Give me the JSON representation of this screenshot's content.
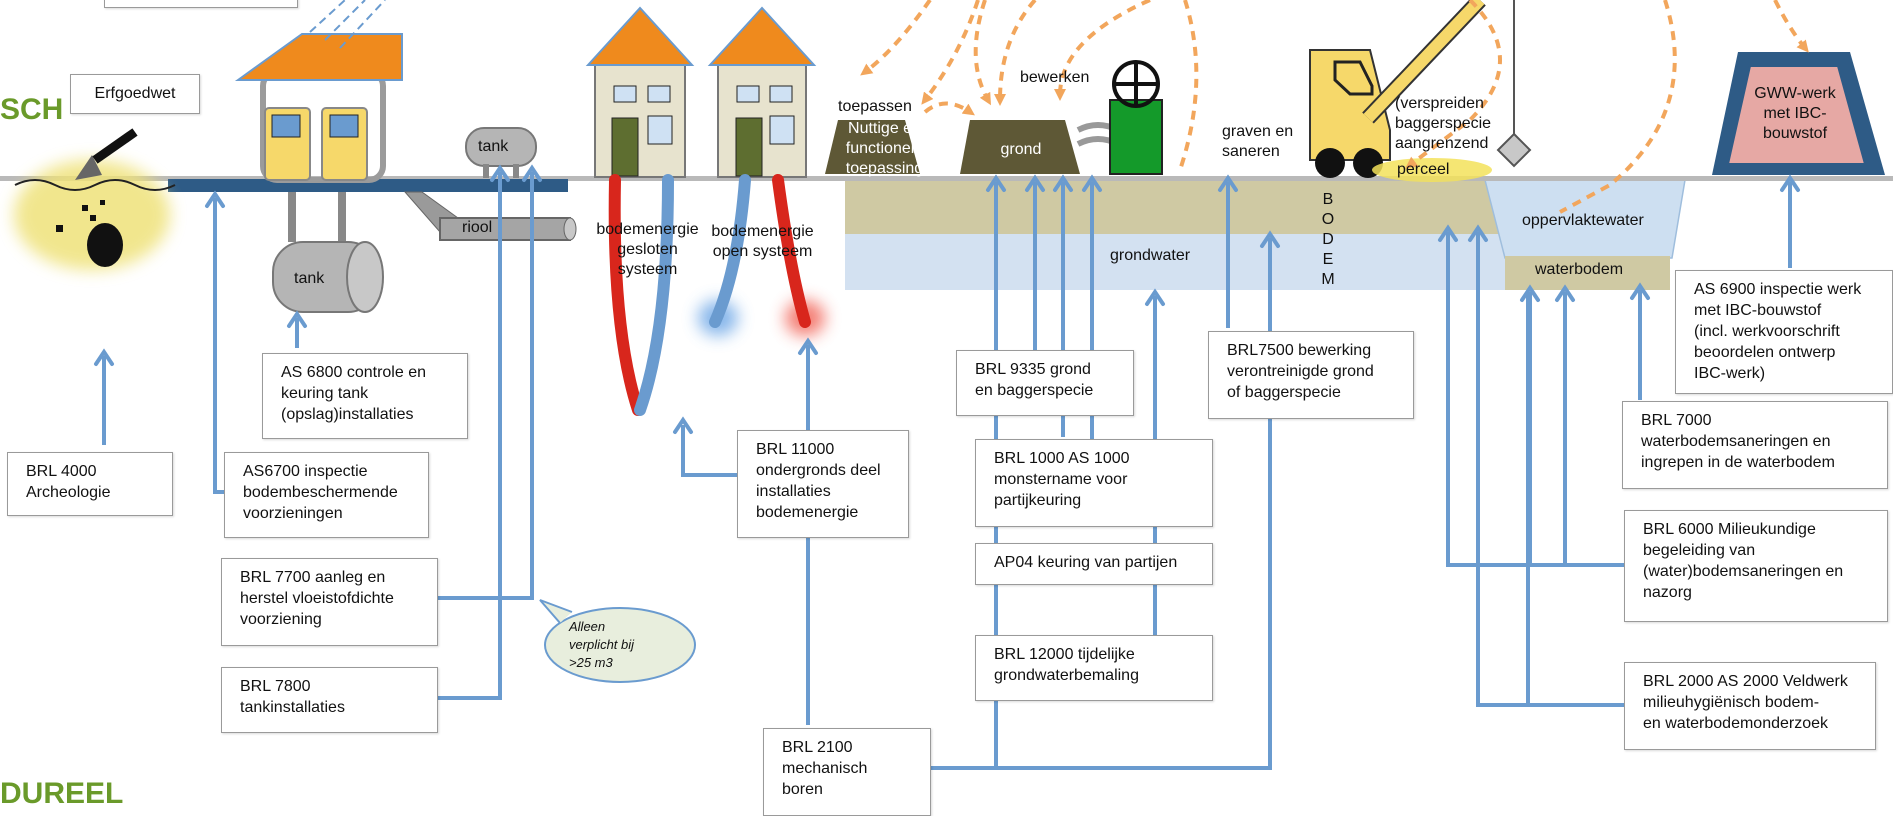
{
  "side_labels": {
    "top": "SCH",
    "bottom": "DUREEL"
  },
  "scene": {
    "erfgoedwet": "Erfgoedwet",
    "tank_small": "tank",
    "tank_big": "tank",
    "riool": "riool",
    "bodemenergie_gesloten": "bodemenergie\ngesloten\nsysteem",
    "bodemenergie_open": "bodemenergie\nopen systeem",
    "toepassen": "toepassen",
    "nuttige": "Nuttige en\nfunctionele\ntoepassing",
    "grond": "grond",
    "bewerken": "bewerken",
    "graven": "graven en\nsaneren",
    "verspreiden": "(verspreiden\nbaggerspecie\naangrenzend",
    "perceel": "perceel",
    "grondwater": "grondwater",
    "bodem": "B\nO\nD\nE\nM",
    "oppervlaktewater": "oppervlaktewater",
    "waterbodem": "waterbodem",
    "gww": "GWW-werk\nmet IBC-\nbouwstof"
  },
  "boxes": {
    "brl4000": "BRL 4000\nArcheologie",
    "as6800": "AS 6800 controle en\nkeuring tank\n(opslag)installaties",
    "as6700": "AS6700 inspectie\nbodembeschermende\nvoorzieningen",
    "brl7700": "BRL 7700 aanleg en\nherstel vloeistofdichte\nvoorziening",
    "brl7800": "BRL 7800\ntankinstallaties",
    "brl11000": "BRL 11000\nondergronds deel\ninstallaties\nbodemenergie",
    "brl2100": "BRL 2100\nmechanisch\nboren",
    "brl9335": "BRL 9335 grond\nen baggerspecie",
    "brl1000": "BRL 1000 AS 1000\nmonstername voor\npartijkeuring",
    "ap04": "AP04 keuring van partijen",
    "brl12000": "BRL 12000 tijdelijke\ngrondwaterbemaling",
    "brl7500": "BRL7500 bewerking\nverontreinigde grond\nof baggerspecie",
    "as6900": "AS 6900 inspectie werk\nmet IBC-bouwstof\n(incl. werkvoorschrift\nbeoordelen ontwerp\nIBC-werk)",
    "brl7000": "BRL 7000\nwaterbodemsaneringen en\ningrepen in de waterbodem",
    "brl6000": "BRL 6000 Milieukundige\nbegeleiding van\n(water)bodemsaneringen en\nnazorg",
    "brl2000": "BRL 2000 AS 2000 Veldwerk\nmilieuhygiënisch bodem-\nen waterbodemonderzoek"
  },
  "callout": "Alleen\nverplicht bij\n>25 m3",
  "colors": {
    "arrow": "#6a9bcf",
    "ground": "#cfc9a3",
    "groundwater": "#d3e1f1",
    "surface": "#2e5b86",
    "dashed": "#f2a65c"
  }
}
